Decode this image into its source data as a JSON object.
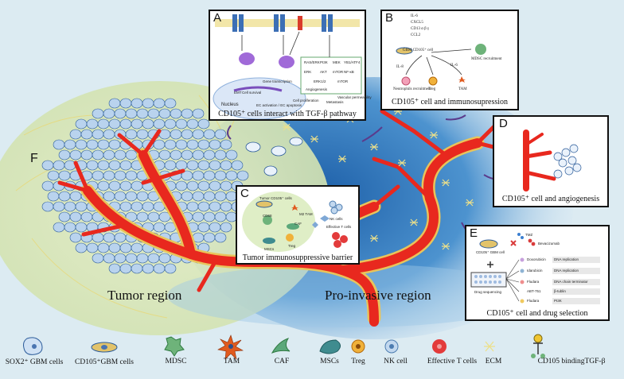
{
  "panels": {
    "A": {
      "letter": "A",
      "title": "CD105⁺ cells interact with TGF-β pathway",
      "labels": {
        "nucleus": "Nucleus",
        "emt": "EMT",
        "cell_survival": "Cell survival",
        "angiogenesis": "Angiogenesis",
        "proliferation": "Cell proliferation",
        "metastasis": "Metastasis",
        "permeability": "Vascular permeability",
        "gene_transcription": "Gene transcription",
        "nodes_top": [
          "RAS/ERK",
          "PI3K",
          "MEK",
          "YB1/ATF4"
        ],
        "nodes_mid": [
          "ERK",
          "AKT",
          "mTOR",
          "NF-κB"
        ],
        "nodes_bot": [
          "ERK1/2",
          "mTOR"
        ],
        "ec_note": "EC activation / EC apoptosis"
      }
    },
    "B": {
      "letter": "B",
      "title": "CD105⁺ cell and immunosupression",
      "cytokines": [
        "IL-6",
        "CXCL5",
        "CD13 α β γ",
        "CCL2"
      ],
      "source": "GBM CD105⁺ cell",
      "targets": {
        "mdsc": "MDSC recruitment",
        "il8": "IL-8",
        "il6": "IL-6",
        "neutrophils": "Neutrophils recruitment",
        "treg": "Treg",
        "tam": "TAM"
      }
    },
    "C": {
      "letter": "C",
      "title": "Tumor immunosuppressive barrier",
      "labels": {
        "tumor": "Tumor CD105⁺ cells",
        "m2": "M2 TAM",
        "cd68": "CD68",
        "caf": "CAF",
        "treg": "Treg",
        "mscs": "MSCs",
        "nk": "NK cells",
        "effective": "Effective T cells"
      }
    },
    "D": {
      "letter": "D",
      "title": "CD105⁺ cell and angiogenesis"
    },
    "E": {
      "letter": "E",
      "title": "CD105⁺ cell and drug selection",
      "labels": {
        "tmz": "TMZ",
        "bev": "Bevacizumab",
        "cell": "CD105⁺ GBM cell",
        "seq": "Drug sequencing",
        "drugs": [
          "Doxorubicin",
          "Idarubicin",
          "Fludara",
          "ABT-751",
          "Fludara"
        ],
        "effects": [
          "DNA replication",
          "DNA replication",
          "DNA chain terminator",
          "β-tublin",
          "PI3K"
        ]
      }
    },
    "F": {
      "letter": "F"
    }
  },
  "regions": {
    "tumor": "Tumor region",
    "invasive": "Pro-invasive region"
  },
  "legend": [
    {
      "key": "sox2",
      "label": "SOX2⁺ GBM cells"
    },
    {
      "key": "cd105",
      "label": "CD105⁺GBM cells"
    },
    {
      "key": "mdsc",
      "label": "MDSC"
    },
    {
      "key": "tam",
      "label": "TAM"
    },
    {
      "key": "caf",
      "label": "CAF"
    },
    {
      "key": "mscs",
      "label": "MSCs"
    },
    {
      "key": "treg",
      "label": "Treg"
    },
    {
      "key": "nk",
      "label": "NK cell"
    },
    {
      "key": "eff",
      "label": "Effective T cells"
    },
    {
      "key": "ecm",
      "label": "ECM"
    },
    {
      "key": "tgf",
      "label": "CD105 bindingTGF-β"
    }
  ],
  "colors": {
    "background": "#dcebf2",
    "vessel": "#e8281e",
    "vessel_edge": "#f2d36b",
    "tumor_zone": "#d7e6b8",
    "invasive_zone": "#2f7fc0",
    "cell_fill": "#b9d3ee",
    "cell_edge": "#2c5c9a"
  }
}
